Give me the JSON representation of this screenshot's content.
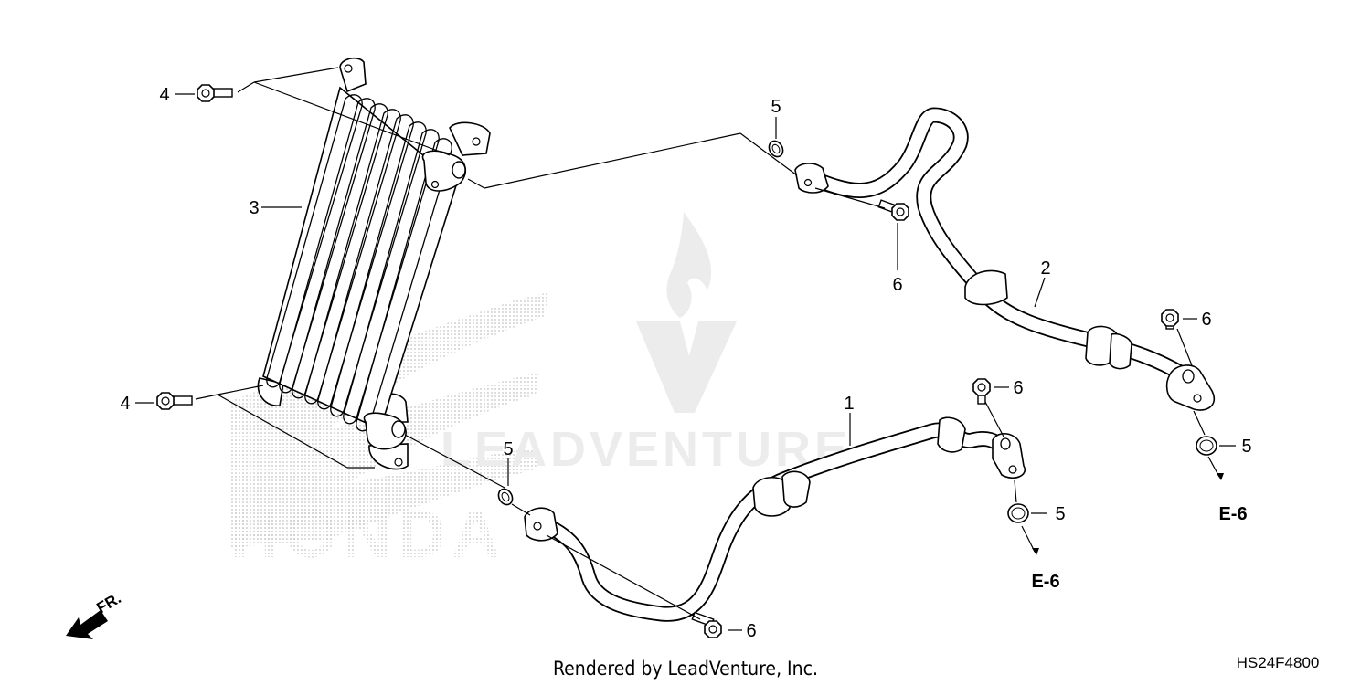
{
  "callouts": {
    "c1": "1",
    "c2": "2",
    "c3": "3",
    "c4a": "4",
    "c4b": "4",
    "c5a": "5",
    "c5b": "5",
    "c5c": "5",
    "c5d": "5",
    "c6a": "6",
    "c6b": "6",
    "c6c": "6",
    "c6d": "6"
  },
  "refs": {
    "e6_left": "E-6",
    "e6_right": "E-6"
  },
  "direction": {
    "label": "FR."
  },
  "footer": {
    "rendered_by": "Rendered by LeadVenture, Inc.",
    "diagram_code": "HS24F4800"
  },
  "watermark": {
    "brand": "LEADVENTURE",
    "maker": "HONDA"
  },
  "icons": {
    "bolt": "flange-bolt-icon",
    "washer": "sealing-washer-icon",
    "arrow": "front-direction-arrow-icon"
  },
  "colors": {
    "line": "#000000",
    "watermark": "#e6e6e6",
    "background": "#ffffff"
  }
}
